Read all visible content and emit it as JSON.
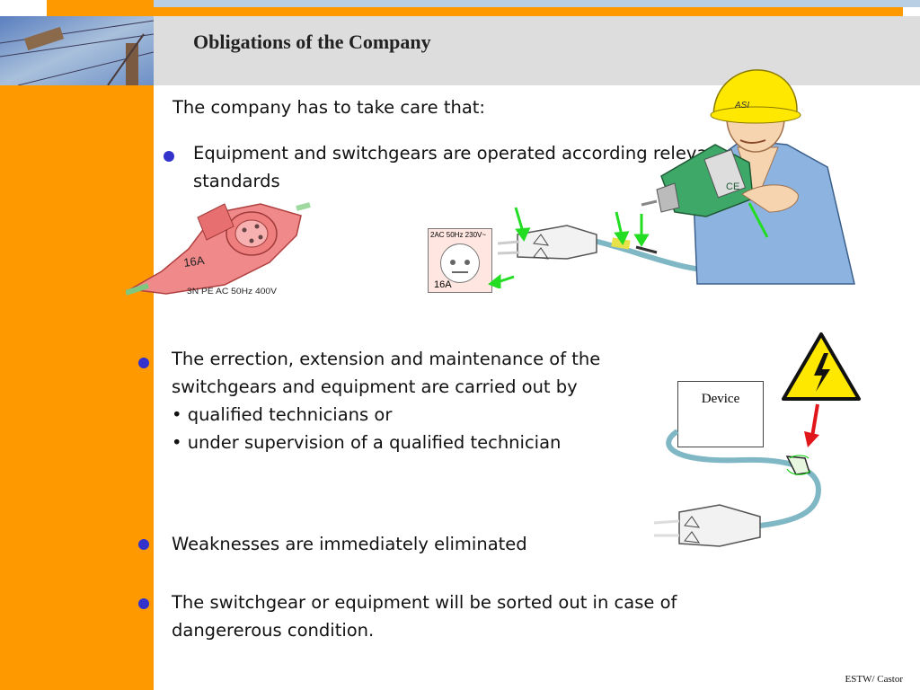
{
  "slide": {
    "title": "Obligations of the Company",
    "intro": "The company has to take care that:",
    "bullets": [
      {
        "lines": [
          "Equipment and switchgears are operated according releva",
          "standards"
        ]
      },
      {
        "lines": [
          "The errection, extension and maintenance of the",
          "switchgears and equipment are carried out by",
          "• qualified technicians or",
          "• under supervision of a qualified technician"
        ]
      },
      {
        "lines": [
          "Weaknesses are immediately eliminated"
        ]
      },
      {
        "lines": [
          "The switchgear or equipment will be sorted out in case of",
          "dangererous condition."
        ]
      }
    ],
    "footer": "ESTW/ Castor"
  },
  "images": {
    "plug_cee": {
      "rating": "16A",
      "spec": "3N PE AC 50Hz 400V"
    },
    "socket": {
      "spec": "2AC 50Hz 230V~",
      "rating": "16A"
    },
    "device_box": {
      "label": "Device"
    },
    "worker_helmet": {
      "text": "ASI"
    },
    "drill_label": {
      "text": "CE"
    }
  },
  "colors": {
    "orange": "#ff9900",
    "bullet": "#3333cc",
    "header_gray": "#dddddd",
    "arrow_green": "#22dd22",
    "arrow_red": "#e0161a",
    "warning_yellow": "#ffe800"
  },
  "icons": [
    "warning-electric-icon",
    "plug-icon",
    "socket-icon",
    "worker-drill-icon"
  ]
}
